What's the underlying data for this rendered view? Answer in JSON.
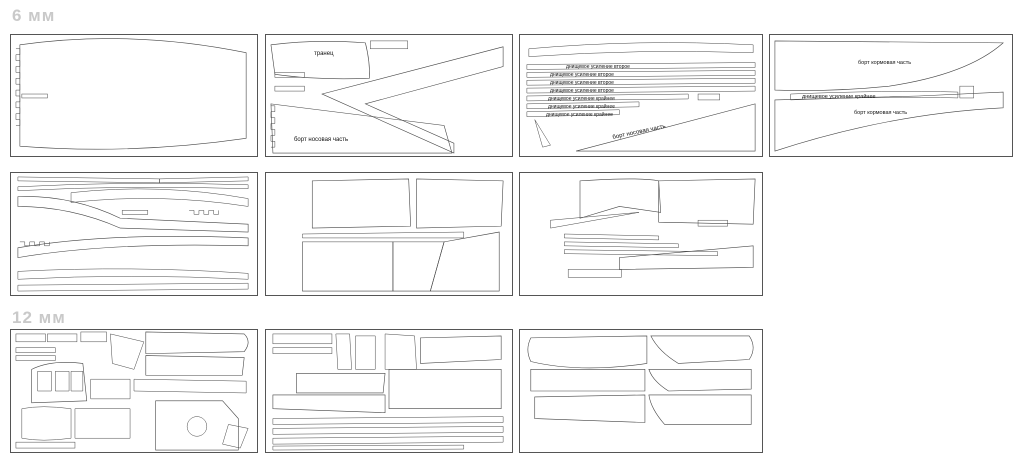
{
  "sections": {
    "six_mm": "6 мм",
    "twelve_mm": "12 мм"
  },
  "sheet1_6": {},
  "sheet2_6": {
    "label_transom": "транец",
    "label_bow_side": "борт носовая часть"
  },
  "sheet3_6": {
    "label_bottom_second": "днищевое усиление второе",
    "label_bottom_outer": "днищевое усиление крайнее",
    "label_bow_side": "борт носовая часть"
  },
  "sheet4_6": {
    "label_stern_side": "борт кормовая часть",
    "label_bottom_outer": "днищевое усиление крайнее"
  },
  "colors": {
    "outline": "#555555",
    "title": "#c9c9c9"
  }
}
